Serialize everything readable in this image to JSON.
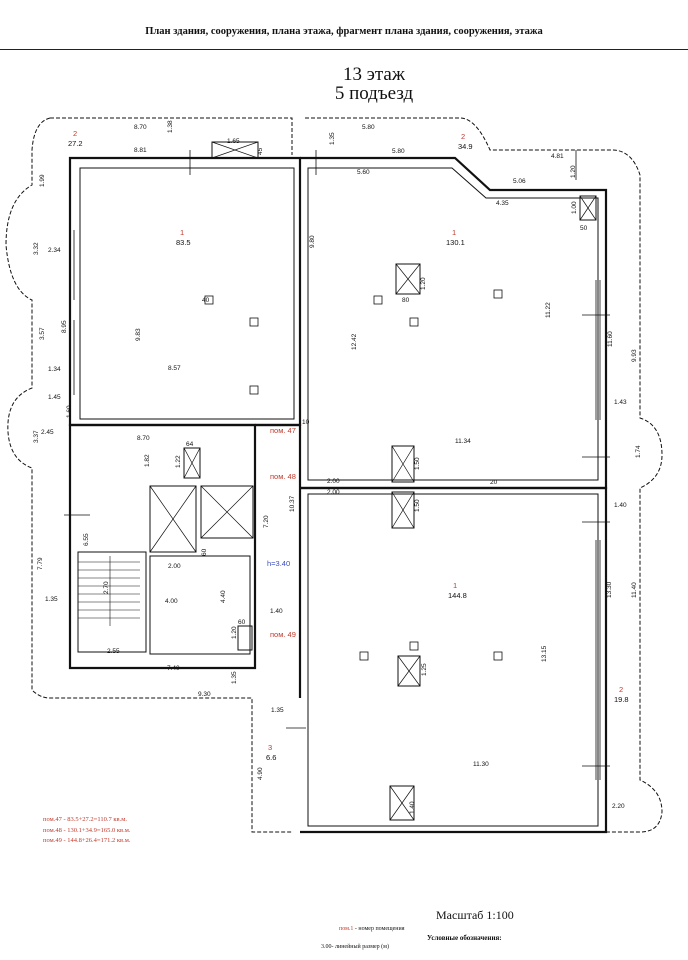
{
  "header": {
    "title": "План здания, сооружения, плана этажа, фрагмент плана здания, сооружения, этажа"
  },
  "plan_title": {
    "floor": "13 этаж",
    "entrance": "5 подъезд"
  },
  "rooms": [
    {
      "number": "1",
      "area": "83.5"
    },
    {
      "number": "2",
      "area": "27.2"
    },
    {
      "number": "1",
      "area": "130.1"
    },
    {
      "number": "2",
      "area": "34.9"
    },
    {
      "number": "1",
      "area": "144.8"
    },
    {
      "number": "2",
      "area": "19.8"
    },
    {
      "number": "3",
      "area": "6.6"
    }
  ],
  "premises_labels": [
    "пом. 47",
    "пом. 48",
    "пом. 49"
  ],
  "height_label": "h=3.40",
  "dimensions": {
    "d870": "8.70",
    "d138": "1.38",
    "d881": "8.81",
    "d165": "1.65",
    "d45": "45",
    "d135": "1.35",
    "d580": "5.80",
    "d580b": "5.80",
    "d560": "5.60",
    "d481": "4.81",
    "d120": "1.20",
    "d506": "5.06",
    "d435": "4.35",
    "d100": "1.00",
    "d50": "50",
    "d199": "1.99",
    "d332": "3.32",
    "d234": "2.34",
    "d895": "8.95",
    "d357": "3.57",
    "d134": "1.34",
    "d145": "1.45",
    "d160": "1.60",
    "d337": "3.37",
    "d245": "2.45",
    "d983": "9.83",
    "d857": "8.57",
    "d980": "9.80",
    "d1242": "12.42",
    "d1122": "11.22",
    "d1160": "11.60",
    "d993": "9.93",
    "d143": "1.43",
    "d174": "1.74",
    "d1134": "11.34",
    "d870b": "8.70",
    "d182": "1.82",
    "d122": "1.22",
    "d64": "64",
    "d10": "10",
    "d200a": "2.00",
    "d200b": "2.00",
    "d1037": "10.37",
    "d720": "7.20",
    "d150a": "1.50",
    "d150b": "1.50",
    "d140": "1.40",
    "d1330": "13.30",
    "d1140": "11.40",
    "d655": "6.55",
    "d779": "7.79",
    "d135b": "1.35",
    "d270": "2.70",
    "d200c": "2.00",
    "d400": "4.00",
    "d440": "4.40",
    "d60": "60",
    "d60b": "60",
    "d120b": "1.20",
    "d140b": "1.40",
    "d255": "2.55",
    "d740": "7.40",
    "d135c": "1.35",
    "d930": "9.30",
    "d1315": "13.15",
    "d125": "1.25",
    "d135d": "1.35",
    "d490": "4.90",
    "d1130": "11.30",
    "d140c": "1.40",
    "d220": "2.20",
    "d120c": "1.20",
    "d20": "20",
    "d40": "40",
    "d80": "80"
  },
  "notes": [
    "пом.47 - 83.5+27.2=110.7 кв.м.",
    "пом.48 - 130.1+34.9=165.0 кв.м.",
    "пом.49 - 144.8+26.4=171.2 кв.м."
  ],
  "scale": "Масштаб   1:100",
  "legend": {
    "title": "Условные   обозначения:",
    "room_number_sample": "пом.1",
    "room_number_text": " - номер помещения",
    "dimension_text": "3.00- линейный размер (м)"
  }
}
